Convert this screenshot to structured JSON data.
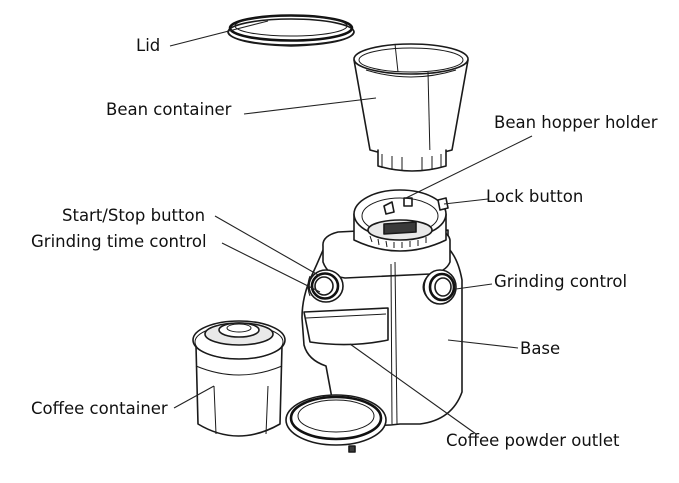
{
  "labels": {
    "lid": "Lid",
    "bean_container": "Bean container",
    "bean_hopper_holder": "Bean hopper holder",
    "lock_button": "Lock button",
    "start_stop_button": "Start/Stop button",
    "grinding_time_control": "Grinding time control",
    "grinding_control": "Grinding control",
    "base": "Base",
    "coffee_container": "Coffee container",
    "coffee_powder_outlet": "Coffee powder outlet"
  },
  "colors": {
    "line": "#1a1a1a",
    "background": "#ffffff"
  }
}
